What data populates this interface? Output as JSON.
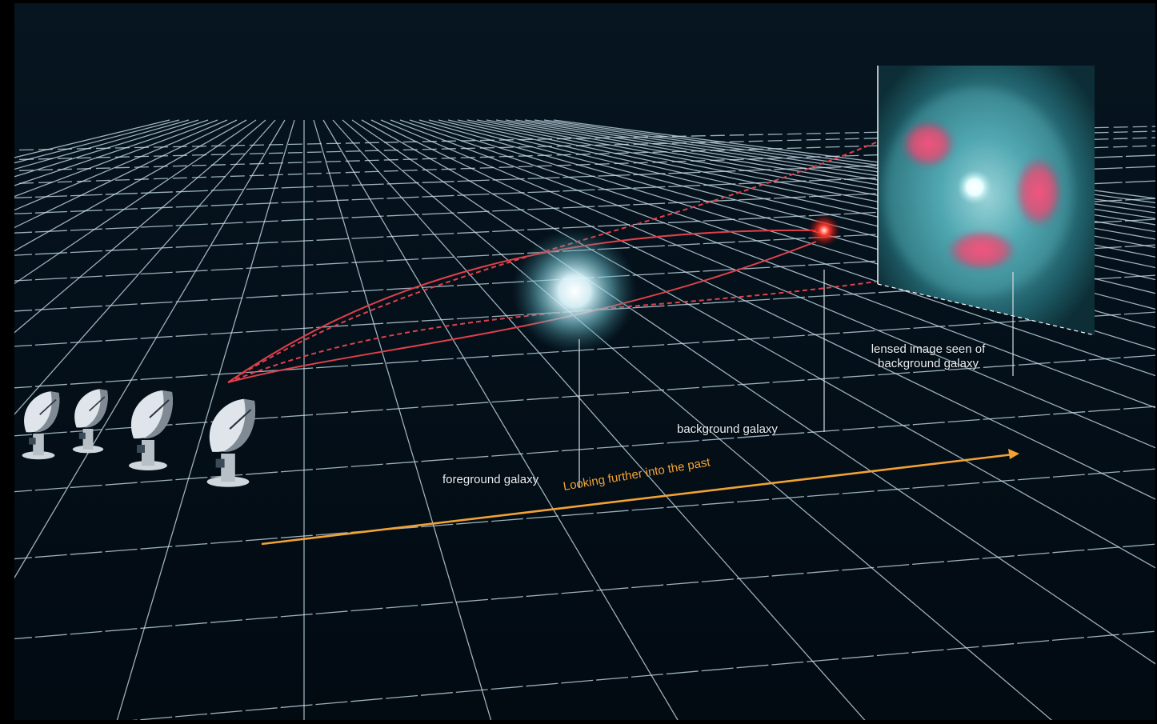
{
  "labels": {
    "lensed_image_line1": "lensed image seen of",
    "lensed_image_line2": "background galaxy",
    "background_galaxy": "background galaxy",
    "foreground_galaxy": "foreground galaxy",
    "arrow": "Looking further into the past"
  },
  "colors": {
    "background": "#000000",
    "scene": "#05111c",
    "grid": "#cfe6f2",
    "light_paths": "#e0404a",
    "foreground_galaxy": "#e8fbff",
    "background_galaxy": "#ff2a2a",
    "arrow": "#f2a235",
    "lensed_panel": "#2f7f8a"
  },
  "icons": {
    "telescopes": "radio-telescope-dish-icon"
  }
}
